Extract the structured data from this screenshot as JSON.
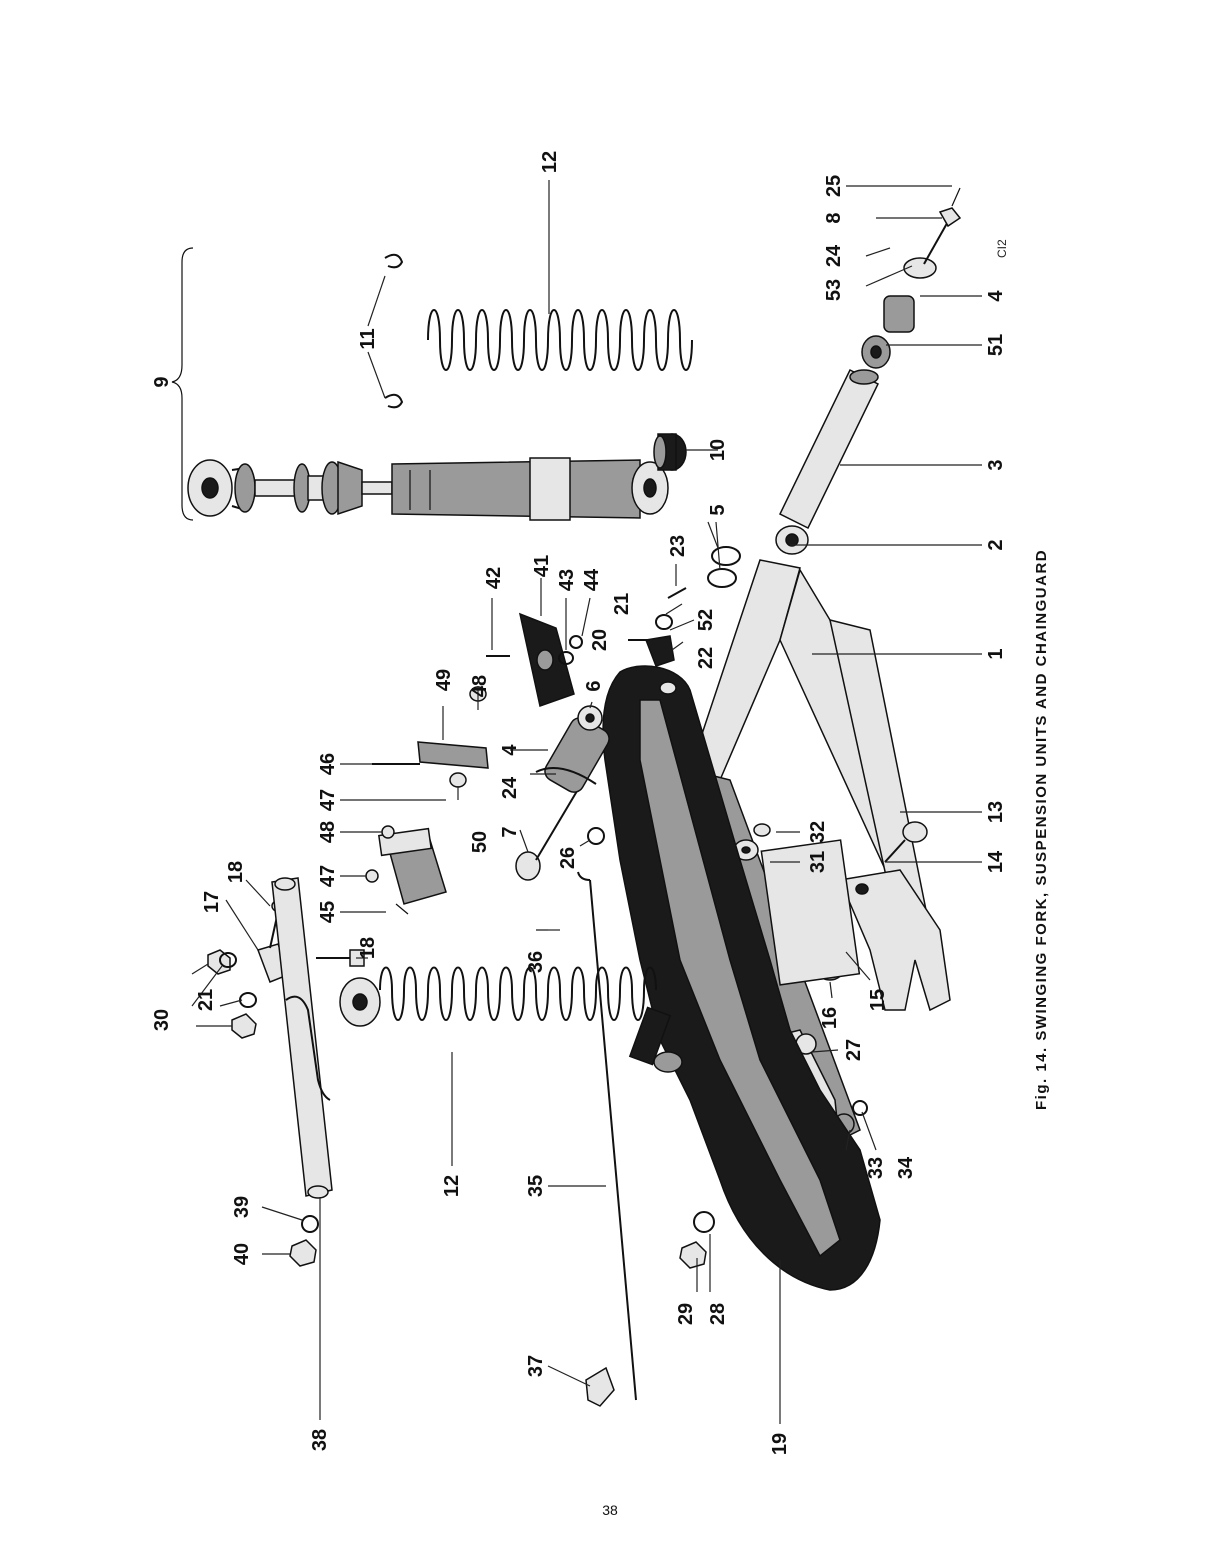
{
  "figure": {
    "caption": "Fig. 14.  SWINGING FORK, SUSPENSION UNITS AND CHAINGUARD",
    "code": "CI2",
    "page_number": "38"
  },
  "parts": {
    "p1": "1",
    "p2": "2",
    "p3": "3",
    "p4": "4",
    "p5": "5",
    "p6": "6",
    "p7": "7",
    "p8": "8",
    "p9": "9",
    "p10": "10",
    "p11": "11",
    "p12": "12",
    "p13": "13",
    "p14": "14",
    "p15": "15",
    "p16": "16",
    "p17": "17",
    "p18": "18",
    "p19": "19",
    "p20": "20",
    "p21": "21",
    "p22": "22",
    "p23": "23",
    "p24": "24",
    "p25": "25",
    "p26": "26",
    "p27": "27",
    "p28": "28",
    "p29": "29",
    "p30": "30",
    "p31": "31",
    "p32": "32",
    "p33": "33",
    "p34": "34",
    "p35": "35",
    "p36": "36",
    "p37": "37",
    "p38": "38",
    "p39": "39",
    "p40": "40",
    "p41": "41",
    "p42": "42",
    "p43": "43",
    "p44": "44",
    "p45": "45",
    "p46": "46",
    "p47": "47",
    "p48": "48",
    "p49": "49",
    "p50": "50",
    "p51": "51",
    "p52": "52",
    "p53": "53"
  }
}
